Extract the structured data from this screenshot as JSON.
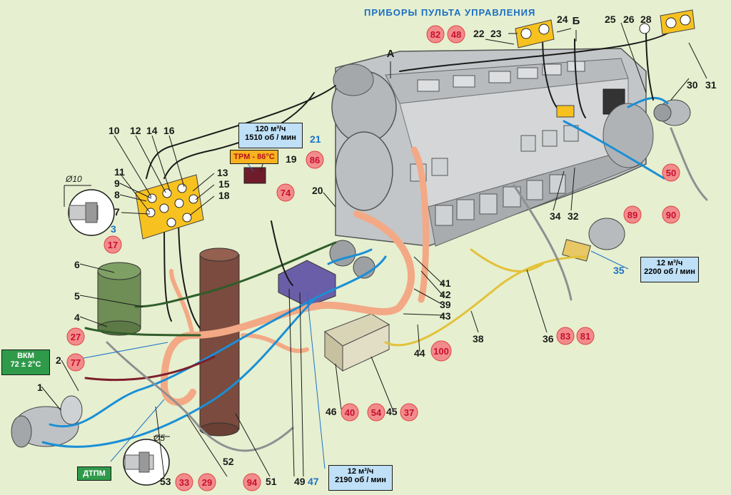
{
  "title": "ПРИБОРЫ ПУЛЬТА УПРАВЛЕНИЯ",
  "section_labels": {
    "a": "А",
    "b": "Б"
  },
  "callouts": {
    "flow_120": {
      "line1": "120 м³/ч",
      "line2": "1510 об / мин"
    },
    "flow_12_2200": {
      "line1": "12 м³/ч",
      "line2": "2200 об / мин"
    },
    "flow_12_2190": {
      "line1": "12 м³/ч",
      "line2": "2190 об / мин"
    },
    "trm": "ТРМ - 86°C",
    "vkm": {
      "line1": "ВКМ",
      "line2": "72 ± 2°C"
    },
    "dtpm": "ДТПМ"
  },
  "dimensions": {
    "d10": "Ø10",
    "d5": "Ø5"
  },
  "black_labels": [
    {
      "id": "1",
      "text": "1"
    },
    {
      "id": "2",
      "text": "2"
    },
    {
      "id": "4",
      "text": "4"
    },
    {
      "id": "5",
      "text": "5"
    },
    {
      "id": "6",
      "text": "6"
    },
    {
      "id": "7",
      "text": "7"
    },
    {
      "id": "8",
      "text": "8"
    },
    {
      "id": "9",
      "text": "9"
    },
    {
      "id": "10",
      "text": "10"
    },
    {
      "id": "11",
      "text": "11"
    },
    {
      "id": "12",
      "text": "12"
    },
    {
      "id": "13",
      "text": "13"
    },
    {
      "id": "14",
      "text": "14"
    },
    {
      "id": "15",
      "text": "15"
    },
    {
      "id": "16",
      "text": "16"
    },
    {
      "id": "18",
      "text": "18"
    },
    {
      "id": "19",
      "text": "19"
    },
    {
      "id": "20",
      "text": "20"
    },
    {
      "id": "22",
      "text": "22"
    },
    {
      "id": "23",
      "text": "23"
    },
    {
      "id": "24",
      "text": "24"
    },
    {
      "id": "25",
      "text": "25"
    },
    {
      "id": "26",
      "text": "26"
    },
    {
      "id": "28",
      "text": "28"
    },
    {
      "id": "30",
      "text": "30"
    },
    {
      "id": "31",
      "text": "31"
    },
    {
      "id": "32",
      "text": "32"
    },
    {
      "id": "34",
      "text": "34"
    },
    {
      "id": "36",
      "text": "36"
    },
    {
      "id": "38",
      "text": "38"
    },
    {
      "id": "39",
      "text": "39"
    },
    {
      "id": "41",
      "text": "41"
    },
    {
      "id": "42",
      "text": "42"
    },
    {
      "id": "43",
      "text": "43"
    },
    {
      "id": "44",
      "text": "44"
    },
    {
      "id": "45",
      "text": "45"
    },
    {
      "id": "46",
      "text": "46"
    },
    {
      "id": "49",
      "text": "49"
    },
    {
      "id": "51",
      "text": "51"
    },
    {
      "id": "52",
      "text": "52"
    },
    {
      "id": "53",
      "text": "53"
    }
  ],
  "blue_labels": [
    {
      "id": "3",
      "text": "3"
    },
    {
      "id": "21",
      "text": "21"
    },
    {
      "id": "35",
      "text": "35"
    },
    {
      "id": "47",
      "text": "47"
    }
  ],
  "red_badges": [
    {
      "id": "17",
      "text": "17"
    },
    {
      "id": "27",
      "text": "27"
    },
    {
      "id": "29",
      "text": "29"
    },
    {
      "id": "33",
      "text": "33"
    },
    {
      "id": "37",
      "text": "37"
    },
    {
      "id": "40",
      "text": "40"
    },
    {
      "id": "48",
      "text": "48"
    },
    {
      "id": "50",
      "text": "50"
    },
    {
      "id": "54",
      "text": "54"
    },
    {
      "id": "74",
      "text": "74"
    },
    {
      "id": "77",
      "text": "77"
    },
    {
      "id": "81",
      "text": "81"
    },
    {
      "id": "82",
      "text": "82"
    },
    {
      "id": "83",
      "text": "83"
    },
    {
      "id": "86",
      "text": "86"
    },
    {
      "id": "89",
      "text": "89"
    },
    {
      "id": "90",
      "text": "90"
    },
    {
      "id": "94",
      "text": "94"
    },
    {
      "id": "100",
      "text": "100"
    }
  ],
  "colors": {
    "background": "#e6efcf",
    "engine": "#c9ccce",
    "oil_pipe": "#f6b08c",
    "water_pipe": "#1a8fd6",
    "fuel_pipe": "#e3c23a",
    "badge": "#f28c8c",
    "badge_text": "#c8102e",
    "gauge_panel": "#f7c21f"
  }
}
